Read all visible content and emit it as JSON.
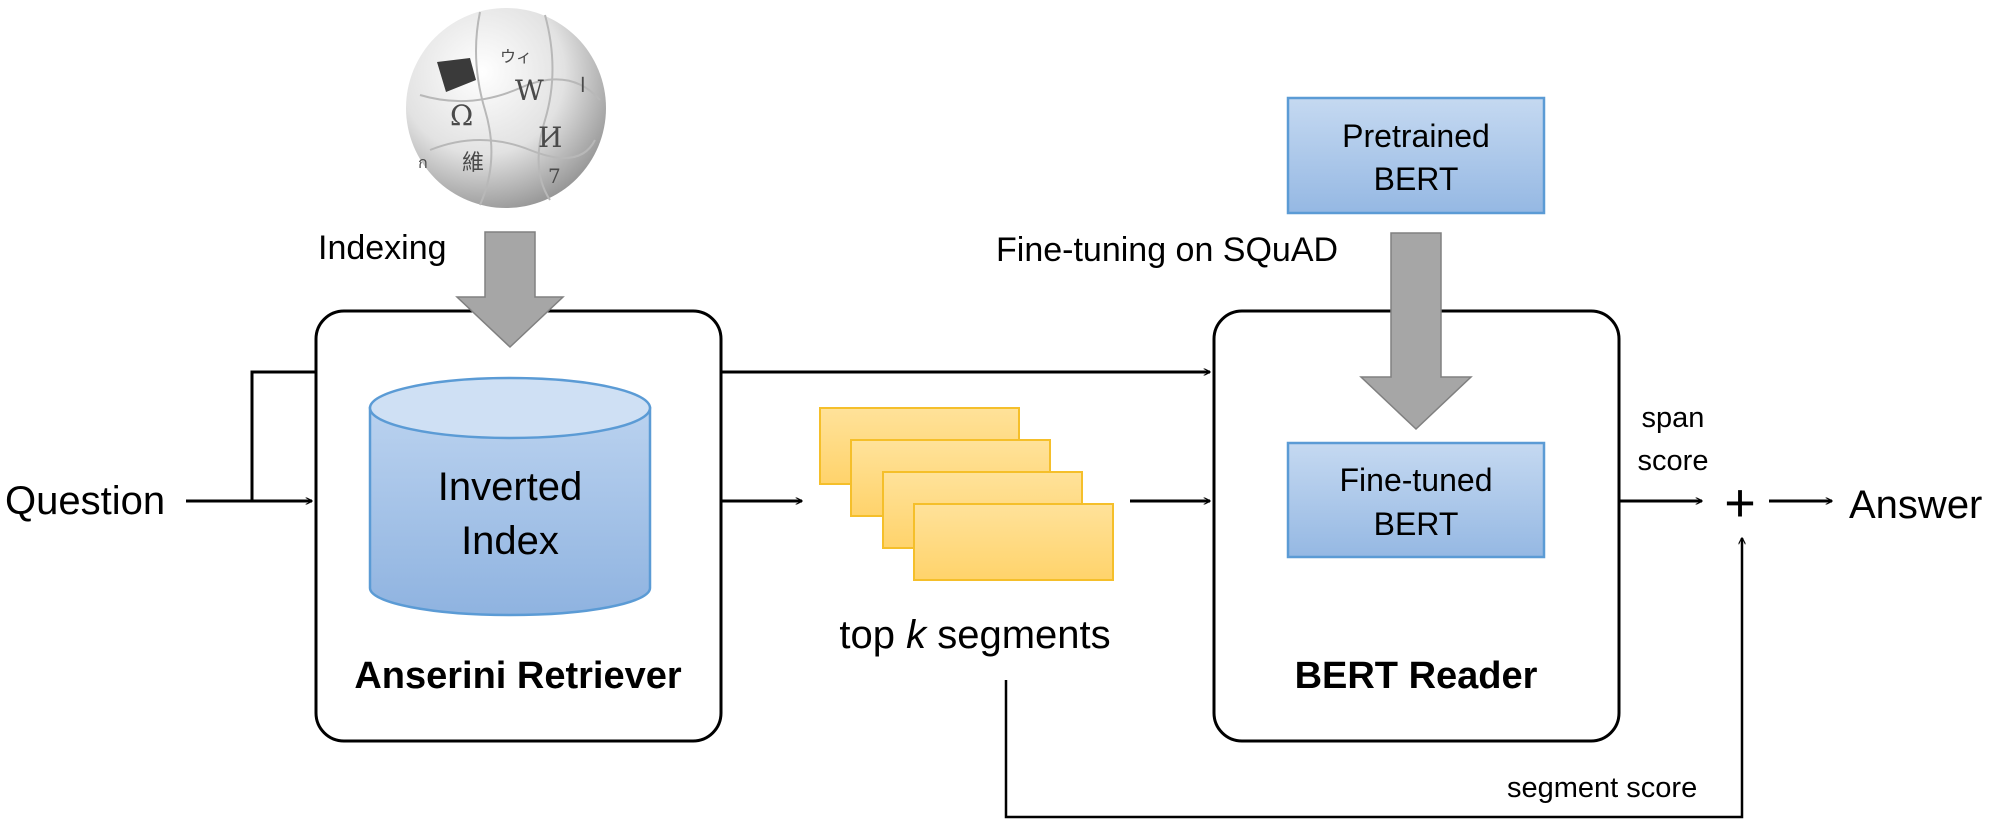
{
  "inputs": {
    "question": "Question"
  },
  "outputs": {
    "answer": "Answer"
  },
  "source": {
    "logo_glyphs": [
      "Ω",
      "W",
      "И",
      "維",
      "ウィ",
      "7",
      "ا",
      "ก"
    ],
    "indexing_label": "Indexing"
  },
  "retriever": {
    "title": "Anserini Retriever",
    "index_line1": "Inverted",
    "index_line2": "Index"
  },
  "segments": {
    "label_prefix": "top ",
    "label_k": "k",
    "label_suffix": " segments"
  },
  "pretrained": {
    "line1": "Pretrained",
    "line2": "BERT"
  },
  "finetuning_label": "Fine-tuning on SQuAD",
  "reader": {
    "title": "BERT Reader",
    "finetuned_line1": "Fine-tuned",
    "finetuned_line2": "BERT"
  },
  "scores": {
    "span_line1": "span",
    "span_line2": "score",
    "segment": "segment score",
    "plus": "+"
  },
  "colors": {
    "blue_box_top": "#c5d9f1",
    "blue_box_bottom": "#95b8e3",
    "blue_border": "#5b9bd5",
    "segment_top": "#ffe29a",
    "segment_bottom": "#ffd36b",
    "segment_border": "#f5bf2a",
    "thick_arrow": "#a6a6a6",
    "thick_arrow_border": "#808080",
    "line": "#000000"
  }
}
